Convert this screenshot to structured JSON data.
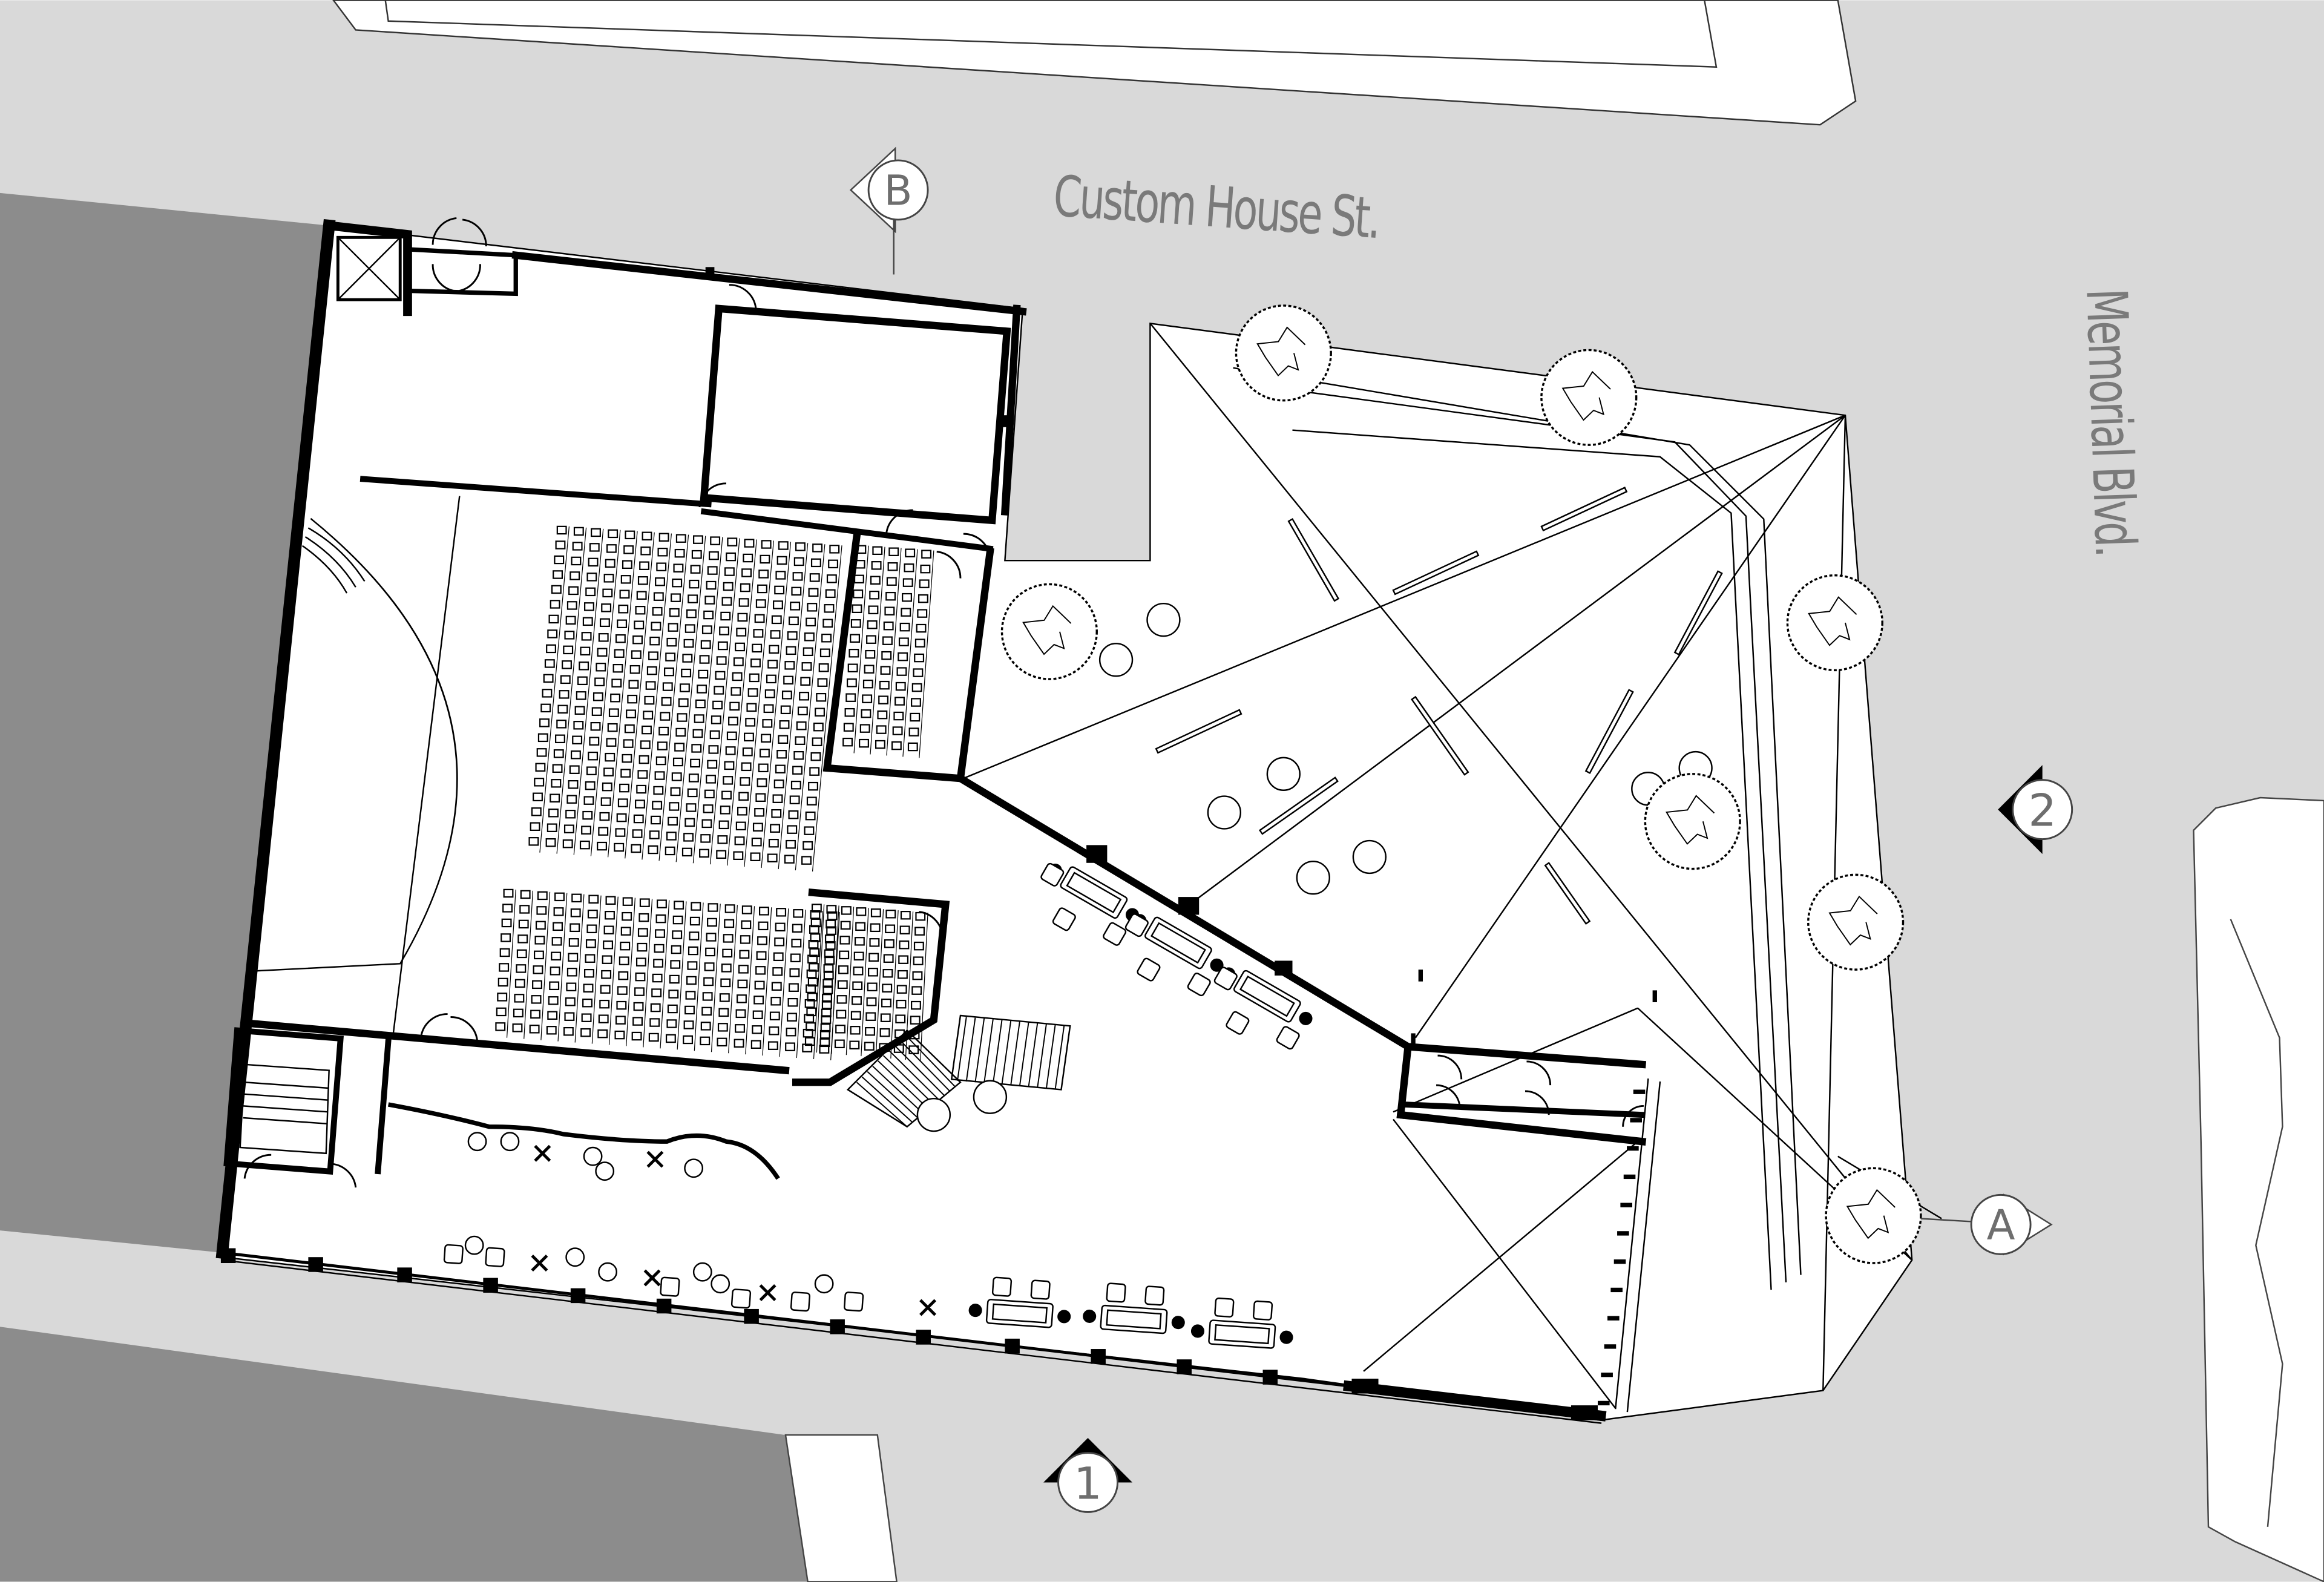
{
  "streets": {
    "north": "Custom House St.",
    "east": "Memorial Blvd."
  },
  "section_markers": [
    "B",
    "A"
  ],
  "elevation_markers": [
    "1",
    "2"
  ],
  "colors": {
    "street": "#d9d9d9",
    "neighbor_building": "#8c8c8c",
    "lot": "#ffffff",
    "wall": "#000000",
    "label": "#7a7a7a"
  }
}
